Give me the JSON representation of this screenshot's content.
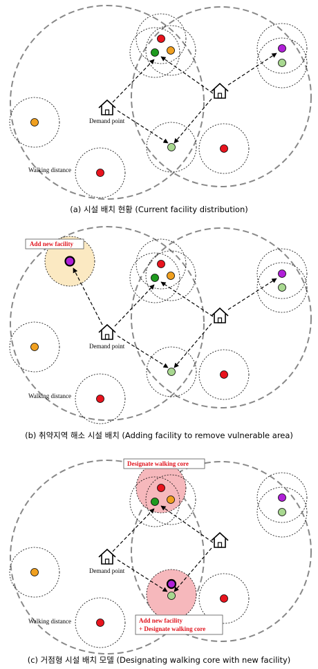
{
  "panels": [
    {
      "id": "a",
      "caption": "(a) 시설 배치 현황 (Current facility distribution)",
      "labels": {
        "demand_point": "Demand point",
        "walking_distance": "Walking distance"
      }
    },
    {
      "id": "b",
      "caption": "(b) 취약지역 해소 시설 배치 (Adding facility to remove vulnerable area)",
      "labels": {
        "demand_point": "Demand point",
        "walking_distance": "Walking distance"
      },
      "annotation": "Add new facility"
    },
    {
      "id": "c",
      "caption": "(c) 거점형 시설 배치 모델 (Designating walking core with new facility)",
      "labels": {
        "demand_point": "Demand point",
        "walking_distance": "Walking distance"
      },
      "annotation_top": "Designate walking core",
      "annotation_bottom_line1": "Add new facility",
      "annotation_bottom_line2": "+ Designate walking core"
    }
  ],
  "colors": {
    "red": "#e8141e",
    "orange": "#f0a020",
    "green": "#1f9a1f",
    "light_green": "#a8d890",
    "purple": "#b020d8",
    "highlight_yellow": "#fbe9c2",
    "highlight_red": "#f6b8bc",
    "annotation_text": "#e0141e"
  },
  "icons": [
    "house-icon"
  ]
}
